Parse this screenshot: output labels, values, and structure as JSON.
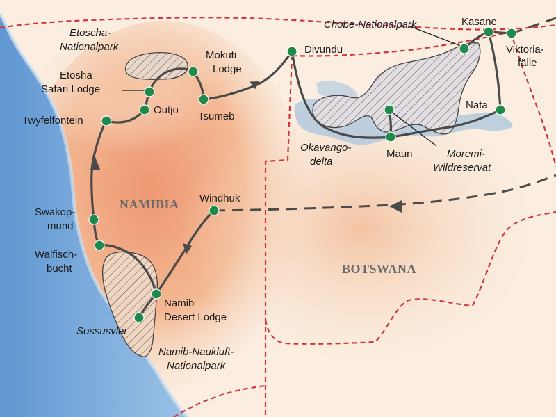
{
  "colors": {
    "ocean": "#6fa3d8",
    "land_pale": "#fbeee0",
    "land_warm": "#f3c8a8",
    "desert_hot": "#f0a17c",
    "wetland": "#a9c4de",
    "route": "#4a4a4a",
    "border": "#d1343a",
    "stop": "#1f8a4c"
  },
  "countries": {
    "namibia": "NAMIBIA",
    "botswana": "BOTSWANA"
  },
  "stops": {
    "kasane": "Kasane",
    "viktoria_line1": "Viktoria-",
    "viktoria_line2": "fälle",
    "nata": "Nata",
    "maun": "Maun",
    "divundu": "Divundu",
    "mokuti_line1": "Mokuti",
    "mokuti_line2": "Lodge",
    "tsumeb": "Tsumeb",
    "outjo": "Outjo",
    "etosha_safari_line1": "Etosha",
    "etosha_safari_line2": "Safari Lodge",
    "twyfelfontein": "Twyfelfontein",
    "swakopmund_line1": "Swakop-",
    "swakopmund_line2": "mund",
    "walfischbucht_line1": "Walfisch-",
    "walfischbucht_line2": "bucht",
    "windhuk": "Windhuk",
    "namib_desert_line1": "Namib",
    "namib_desert_line2": "Desert Lodge",
    "sossusvlei": "Sossusvlei"
  },
  "parks": {
    "etoscha_line1": "Etoscha-",
    "etoscha_line2": "Nationalpark",
    "chobe": "Chobe-Nationalpark",
    "moremi_line1": "Moremi-",
    "moremi_line2": "Wildreservat",
    "okavango_line1": "Okavango-",
    "okavango_line2": "delta",
    "namib_naukluft_line1": "Namib-Naukluft-",
    "namib_naukluft_line2": "Nationalpark"
  }
}
